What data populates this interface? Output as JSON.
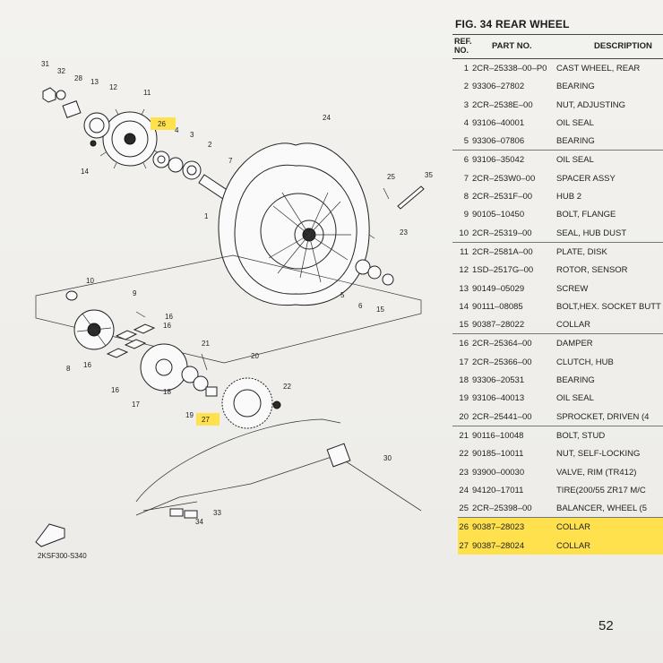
{
  "figure": {
    "title": "FIG. 34  REAR WHEEL",
    "page_number": "52",
    "diagram_code": "2KSF300-S340",
    "highlight_color": "#ffe14d"
  },
  "table": {
    "headers": {
      "ref": "REF.\nNO.",
      "part": "PART NO.",
      "desc": "DESCRIPTION"
    },
    "rows": [
      {
        "ref": "1",
        "part": "2CR–25338–00–P0",
        "desc": "CAST WHEEL, REAR",
        "highlight": false
      },
      {
        "ref": "2",
        "part": "93306–27802",
        "desc": "BEARING",
        "highlight": false
      },
      {
        "ref": "3",
        "part": "2CR–2538E–00",
        "desc": "NUT, ADJUSTING",
        "highlight": false
      },
      {
        "ref": "4",
        "part": "93106–40001",
        "desc": "OIL SEAL",
        "highlight": false
      },
      {
        "ref": "5",
        "part": "93306–07806",
        "desc": "BEARING",
        "highlight": false
      },
      {
        "ref": "6",
        "part": "93106–35042",
        "desc": "OIL SEAL",
        "highlight": false
      },
      {
        "ref": "7",
        "part": "2CR–253W0–00",
        "desc": "SPACER ASSY",
        "highlight": false
      },
      {
        "ref": "8",
        "part": "2CR–2531F–00",
        "desc": "HUB 2",
        "highlight": false
      },
      {
        "ref": "9",
        "part": "90105–10450",
        "desc": "BOLT, FLANGE",
        "highlight": false
      },
      {
        "ref": "10",
        "part": "2CR–25319–00",
        "desc": "SEAL, HUB DUST",
        "highlight": false
      },
      {
        "ref": "11",
        "part": "2CR–2581A–00",
        "desc": "PLATE, DISK",
        "highlight": false
      },
      {
        "ref": "12",
        "part": "1SD–2517G–00",
        "desc": "ROTOR, SENSOR",
        "highlight": false
      },
      {
        "ref": "13",
        "part": "90149–05029",
        "desc": "SCREW",
        "highlight": false
      },
      {
        "ref": "14",
        "part": "90111–08085",
        "desc": "BOLT,HEX. SOCKET BUTT",
        "highlight": false
      },
      {
        "ref": "15",
        "part": "90387–28022",
        "desc": "COLLAR",
        "highlight": false
      },
      {
        "ref": "16",
        "part": "2CR–25364–00",
        "desc": "DAMPER",
        "highlight": false
      },
      {
        "ref": "17",
        "part": "2CR–25366–00",
        "desc": "CLUTCH, HUB",
        "highlight": false
      },
      {
        "ref": "18",
        "part": "93306–20531",
        "desc": "BEARING",
        "highlight": false
      },
      {
        "ref": "19",
        "part": "93106–40013",
        "desc": "OIL SEAL",
        "highlight": false
      },
      {
        "ref": "20",
        "part": "2CR–25441–00",
        "desc": "SPROCKET, DRIVEN (4",
        "highlight": false
      },
      {
        "ref": "21",
        "part": "90116–10048",
        "desc": "BOLT, STUD",
        "highlight": false
      },
      {
        "ref": "22",
        "part": "90185–10011",
        "desc": "NUT, SELF-LOCKING",
        "highlight": false
      },
      {
        "ref": "23",
        "part": "93900–00030",
        "desc": "VALVE, RIM (TR412)",
        "highlight": false
      },
      {
        "ref": "24",
        "part": "94120–17011",
        "desc": "TIRE(200/55 ZR17 M/C",
        "highlight": false
      },
      {
        "ref": "25",
        "part": "2CR–25398–00",
        "desc": "BALANCER, WHEEL (5",
        "highlight": false
      },
      {
        "ref": "26",
        "part": "90387–28023",
        "desc": "COLLAR",
        "highlight": true
      },
      {
        "ref": "27",
        "part": "90387–28024",
        "desc": "COLLAR",
        "highlight": true
      }
    ]
  },
  "callouts": [
    "31",
    "32",
    "28",
    "13",
    "12",
    "11",
    "26",
    "4",
    "3",
    "2",
    "14",
    "24",
    "7",
    "25",
    "35",
    "1",
    "23",
    "5",
    "6",
    "15",
    "10",
    "9",
    "16",
    "16",
    "8",
    "16",
    "16",
    "21",
    "18",
    "20",
    "17",
    "22",
    "19",
    "27",
    "30",
    "33",
    "34"
  ]
}
